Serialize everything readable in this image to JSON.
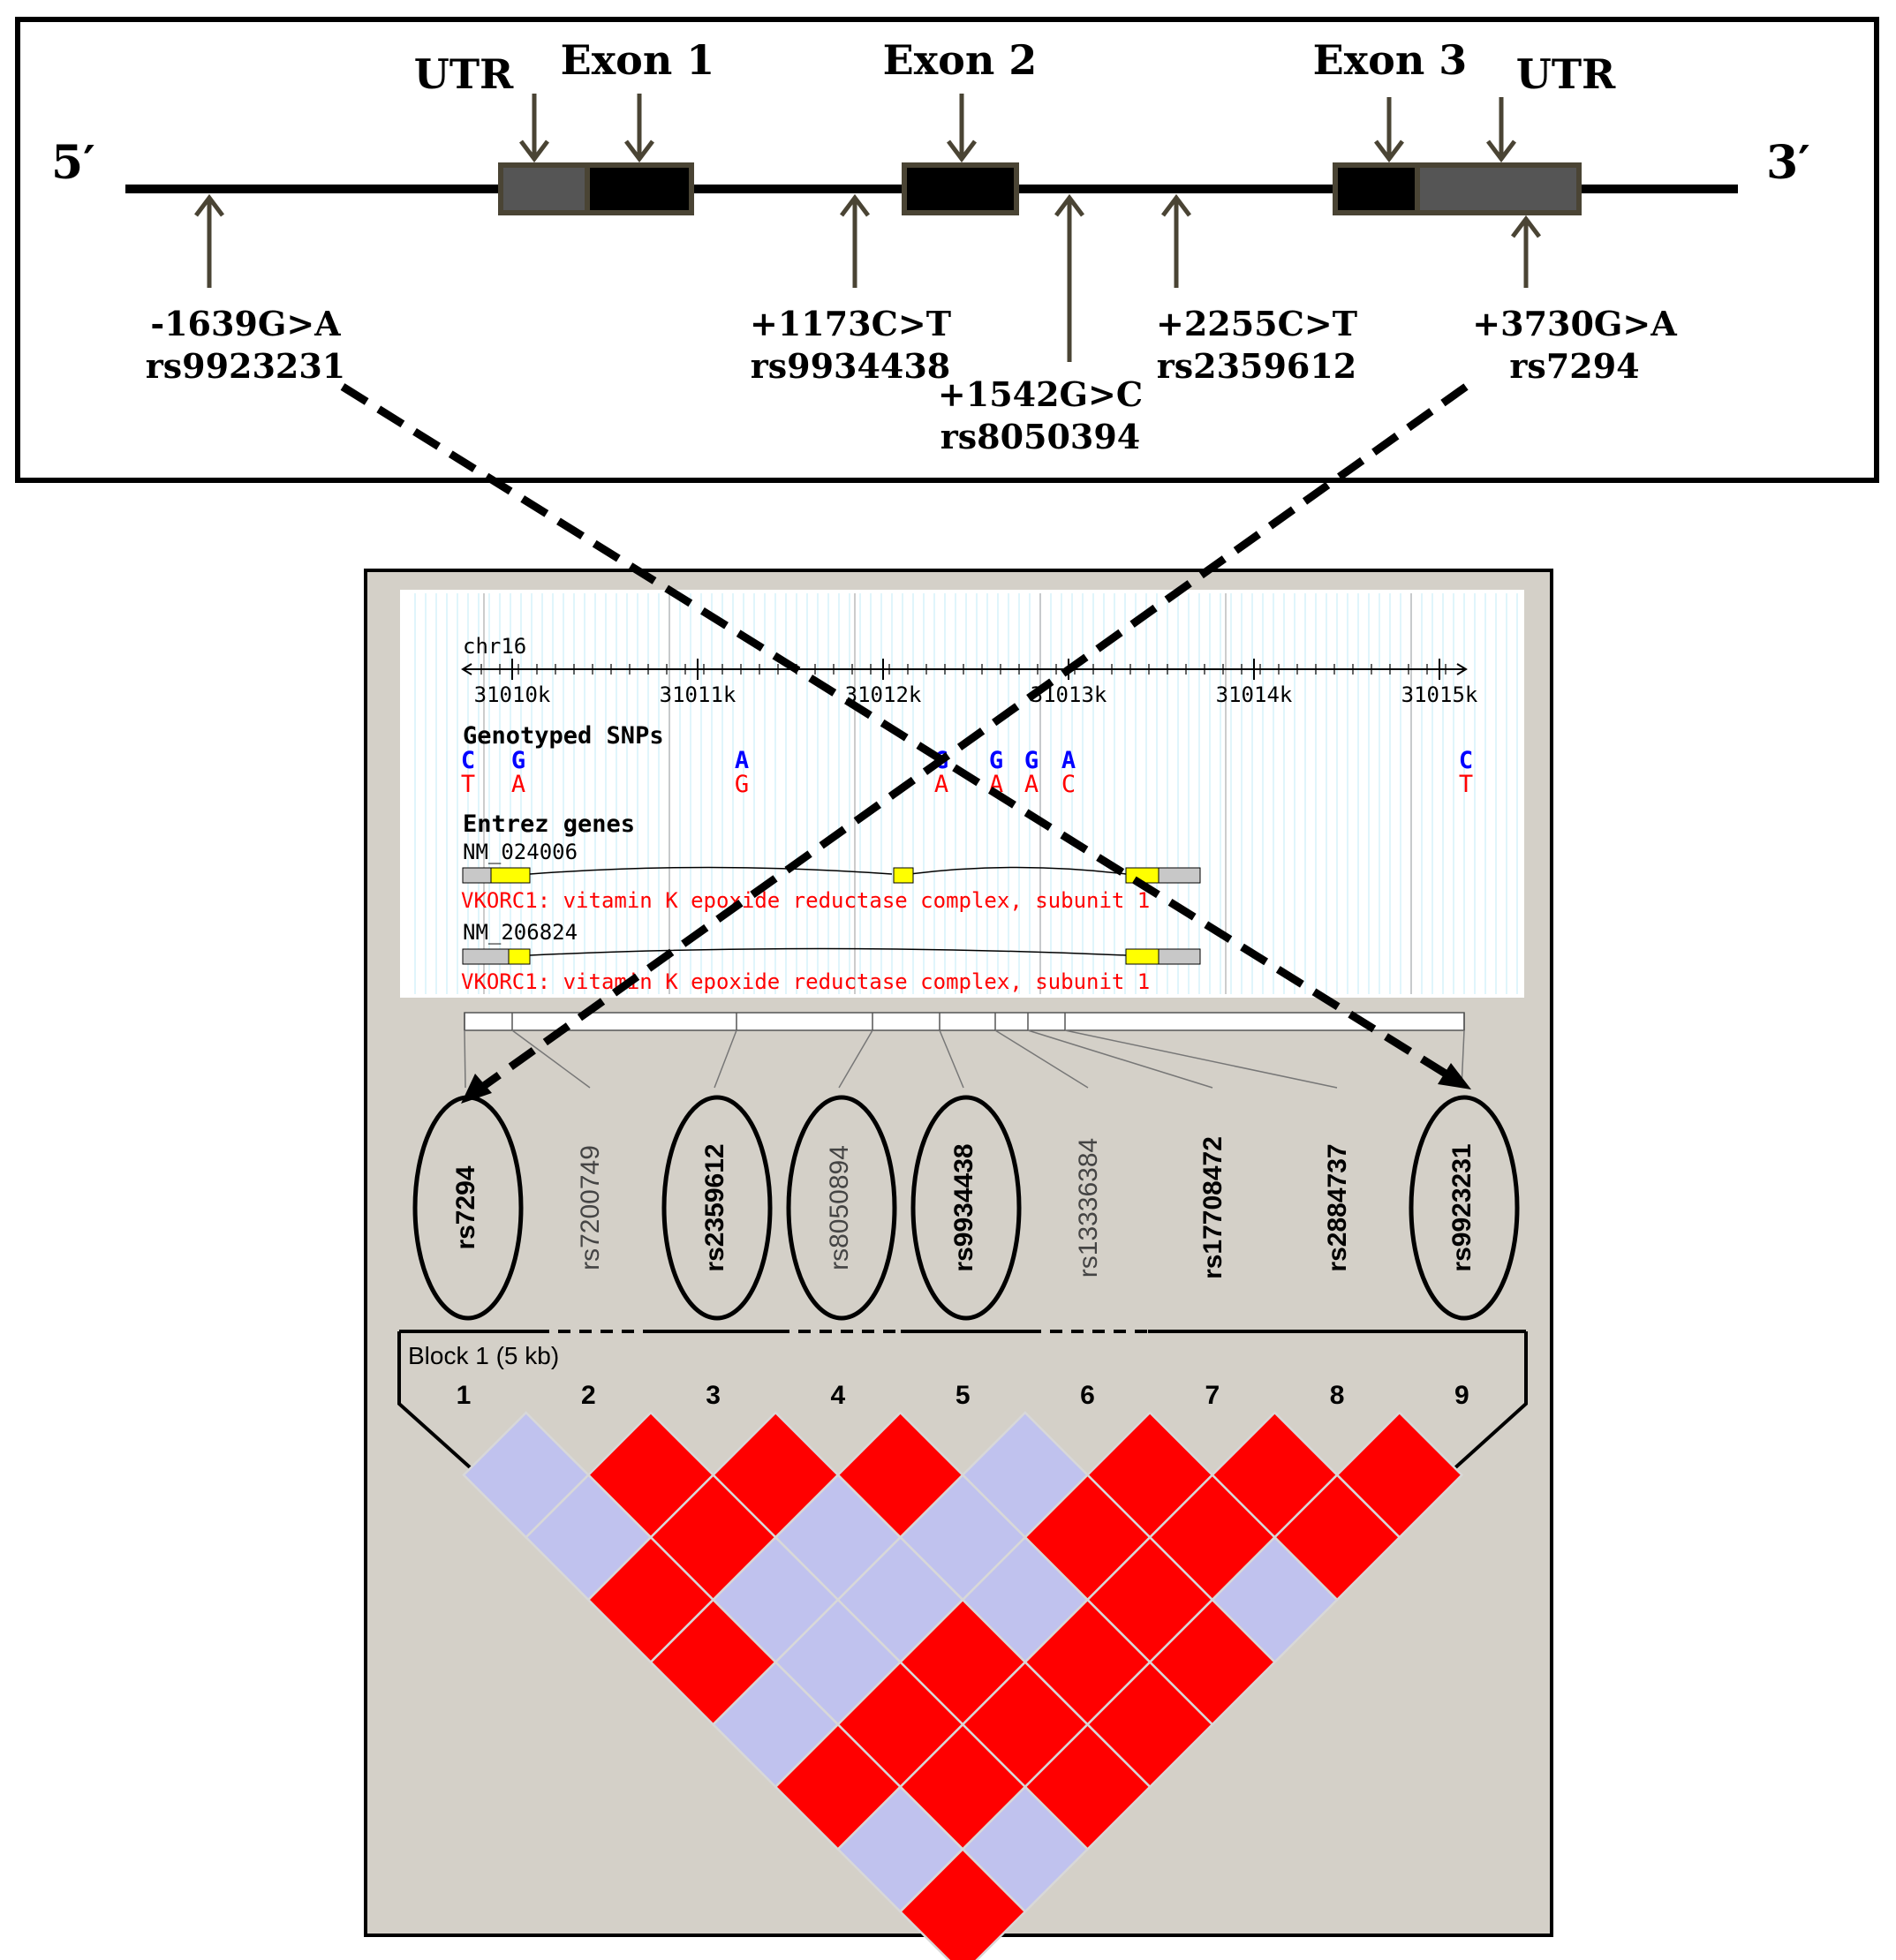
{
  "gene_map": {
    "five_prime": "5′",
    "three_prime": "3′",
    "features": [
      {
        "label": "UTR"
      },
      {
        "label": "Exon 1"
      },
      {
        "label": "Exon 2"
      },
      {
        "label": "Exon 3"
      },
      {
        "label": "UTR"
      }
    ],
    "snps": [
      {
        "change": "-1639G>A",
        "rsid": "rs9923231"
      },
      {
        "change": "+1173C>T",
        "rsid": "rs9934438"
      },
      {
        "change": "+1542G>C",
        "rsid": "rs8050394"
      },
      {
        "change": "+2255C>T",
        "rsid": "rs2359612"
      },
      {
        "change": "+3730G>A",
        "rsid": "rs7294"
      }
    ]
  },
  "genome_browser": {
    "chrom": "chr16",
    "ticks": [
      "31010k",
      "31011k",
      "31012k",
      "31013k",
      "31014k",
      "31015k"
    ],
    "genotyped_title": "Genotyped SNPs",
    "alleles": [
      {
        "top": "C",
        "bottom": "T"
      },
      {
        "top": "G",
        "bottom": "A"
      },
      {
        "top": "A",
        "bottom": "G"
      },
      {
        "top": "G",
        "bottom": "A"
      },
      {
        "top": "G",
        "bottom": "A"
      },
      {
        "top": "G",
        "bottom": "A"
      },
      {
        "top": "A",
        "bottom": "C"
      },
      {
        "top": "C",
        "bottom": "T"
      }
    ],
    "entrez_title": "Entrez genes",
    "transcripts": [
      {
        "id": "NM_024006",
        "desc": "VKORC1: vitamin K epoxide reductase complex, subunit 1"
      },
      {
        "id": "NM_206824",
        "desc": "VKORC1: vitamin K epoxide reductase complex, subunit 1"
      }
    ]
  },
  "ld_plot": {
    "snp_names": [
      "rs7294",
      "rs7200749",
      "rs2359612",
      "rs8050894",
      "rs9934438",
      "rs13336384",
      "rs17708472",
      "rs2884737",
      "rs9923231"
    ],
    "circled": [
      1,
      3,
      4,
      5,
      9
    ],
    "bold": [
      1,
      3,
      5,
      7,
      8,
      9
    ],
    "block_label": "Block 1 (5 kb)",
    "numbers": [
      "1",
      "2",
      "3",
      "4",
      "5",
      "6",
      "7",
      "8",
      "9"
    ],
    "colors": {
      "high": "#ff0000",
      "low": "#c0c2ee",
      "bg": "#d4d0c8"
    },
    "matrix": [
      [
        "low",
        "high",
        "high",
        "high",
        "low",
        "high",
        "high",
        "high"
      ],
      [
        "low",
        "high",
        "low",
        "low",
        "high",
        "high",
        "high"
      ],
      [
        "high",
        "low",
        "low",
        "low",
        "high",
        "low"
      ],
      [
        "high",
        "low",
        "high",
        "high",
        "high"
      ],
      [
        "low",
        "high",
        "high",
        "high"
      ],
      [
        "high",
        "high",
        "high"
      ],
      [
        "low",
        "low"
      ],
      [
        "high"
      ]
    ]
  }
}
